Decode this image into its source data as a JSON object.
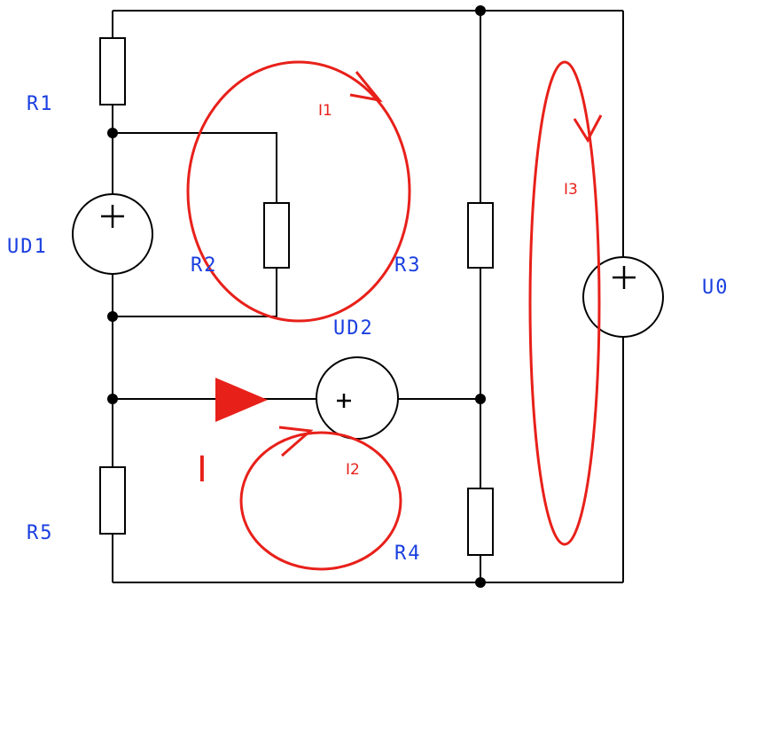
{
  "colors": {
    "wire": "#000000",
    "component_label": "#1a3fe0",
    "mesh_annotation": "#e8201a"
  },
  "components": {
    "r1": "R1",
    "r2": "R2",
    "r3": "R3",
    "r4": "R4",
    "r5": "R5",
    "ud1": "UD1",
    "ud2": "UD2",
    "u0": "U0"
  },
  "mesh_currents": {
    "i1": "I1",
    "i2": "I2",
    "i3": "I3"
  },
  "branch_current": {
    "label": "I"
  },
  "icons": {
    "resistor": "resistor-icon",
    "voltage_source": "voltage-source-icon",
    "mesh_loop": "mesh-loop-icon",
    "current_arrow": "current-arrow-icon"
  }
}
